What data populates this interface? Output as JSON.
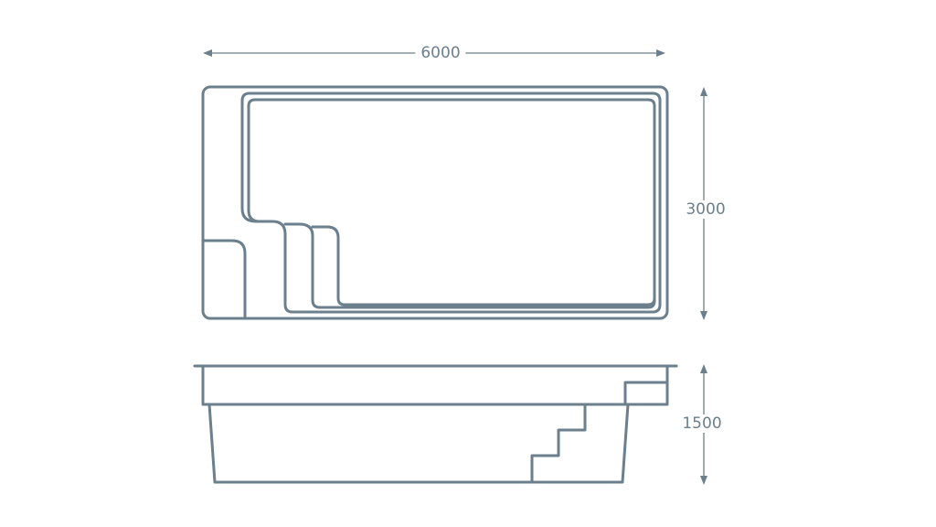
{
  "dimensions": {
    "length": "6000",
    "width": "3000",
    "depth": "1500"
  },
  "colors": {
    "line": "#6b7f8c"
  }
}
